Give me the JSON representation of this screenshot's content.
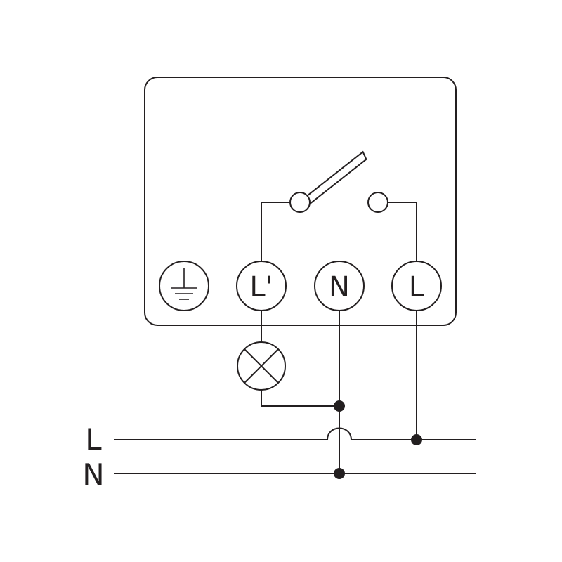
{
  "diagram": {
    "colors": {
      "line": "#231f20",
      "background": "#ffffff"
    },
    "terminals": {
      "earth_icon": "ground-icon",
      "l_switched": "L'",
      "neutral": "N",
      "live": "L"
    },
    "lamp_icon": "lamp-icon",
    "switch_icon": "switch-contact-icon",
    "bus": {
      "live_label": "L",
      "neutral_label": "N"
    }
  }
}
